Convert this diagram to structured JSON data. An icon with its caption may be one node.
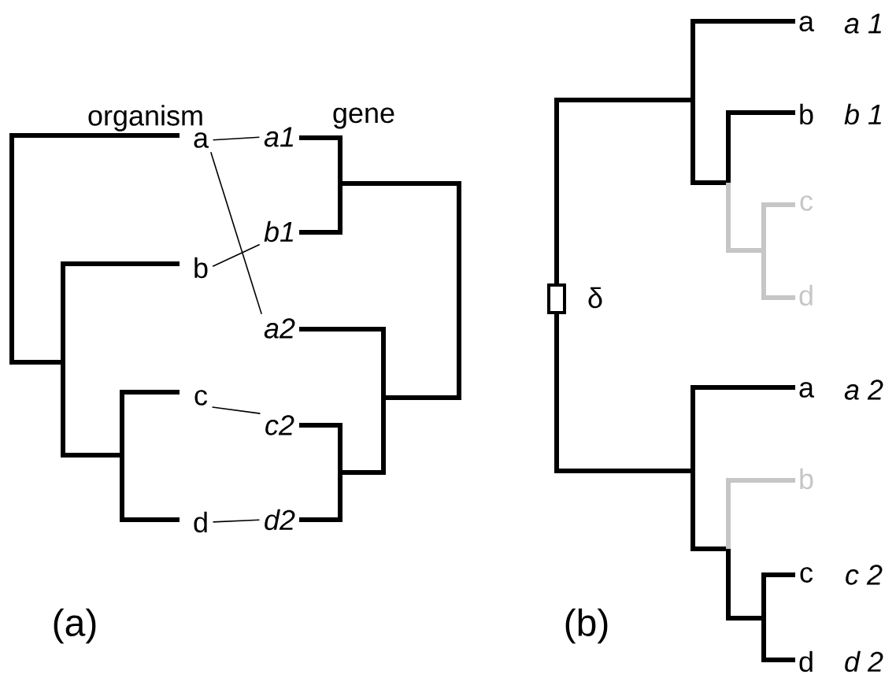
{
  "diagram": {
    "nodes": [
      {
        "text": [
          "a"
        ]
      },
      {
        "text": [
          "b"
        ]
      },
      {
        "text": [
          "c"
        ]
      },
      {
        "text": [
          "d"
        ]
      },
      {
        "text": [
          "a1"
        ]
      },
      {
        "text": [
          "b1"
        ]
      },
      {
        "text": [
          "a2"
        ]
      },
      {
        "text": [
          "c2"
        ]
      },
      {
        "text": [
          "d2"
        ]
      }
    ],
    "edges": [
      {
        "from": 0,
        "to": 4,
        "arrow": "none"
      },
      {
        "from": 0,
        "to": 6,
        "arrow": "none"
      },
      {
        "from": 1,
        "to": 5,
        "arrow": "none"
      },
      {
        "from": 2,
        "to": 7,
        "arrow": "none"
      },
      {
        "from": 3,
        "to": 8,
        "arrow": "none"
      }
    ],
    "labels": [
      "organism",
      "gene",
      "(a)",
      "a",
      "a 1",
      "b",
      "b 1",
      "c",
      "δ",
      "d",
      "a",
      "a 2",
      "b",
      "c",
      "c 2",
      "d",
      "d 2",
      "(b)"
    ]
  }
}
